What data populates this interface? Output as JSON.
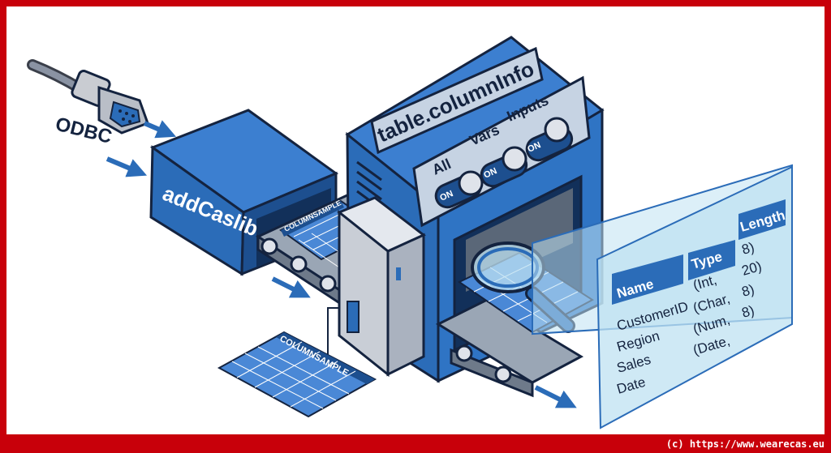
{
  "labels": {
    "source": "ODBC",
    "caslib_box": "addCaslib",
    "machine_title": "table.columnInfo"
  },
  "switches": [
    {
      "label": "All",
      "state": "ON"
    },
    {
      "label": "Vars",
      "state": "ON"
    },
    {
      "label": "Inputs",
      "state": "ON"
    }
  ],
  "samples": {
    "belt_sheet": "COLUMNSAMPLE",
    "output_sheet": "COLUMNSAMPLE"
  },
  "info_table": {
    "headers": [
      "Name",
      "Type",
      "Length"
    ],
    "rows": [
      {
        "name": "CustomerID",
        "type": "(Int,",
        "length": "8)"
      },
      {
        "name": "Region",
        "type": "(Char,",
        "length": "20)"
      },
      {
        "name": "Sales",
        "type": "(Num,",
        "length": "8)"
      },
      {
        "name": "Date",
        "type": "(Date,",
        "length": "8)"
      }
    ]
  },
  "credit": "(c) https://www.wearecas.eu",
  "colors": {
    "frame": "#c8000a",
    "blue": "#2b6cb8",
    "blue_dark": "#1d4f8f",
    "outline": "#14233f",
    "panel": "#c6d3e3",
    "glass": "#bfe2f2"
  }
}
